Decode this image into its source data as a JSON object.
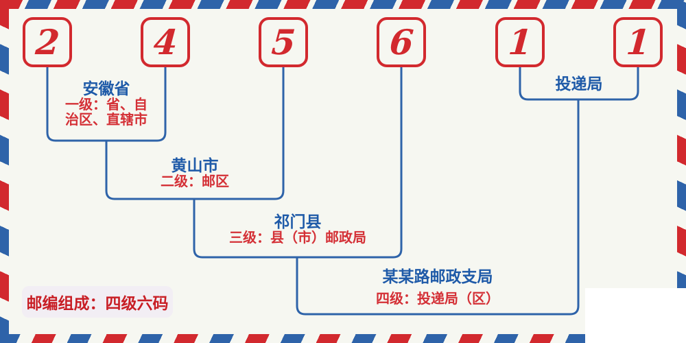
{
  "postal_code": {
    "digits": [
      "2",
      "4",
      "5",
      "6",
      "1",
      "1"
    ]
  },
  "levels": {
    "level1": {
      "name": "安徽省",
      "desc_lines": [
        "一级：省、自",
        "治区、直辖市"
      ]
    },
    "level2": {
      "name": "黄山市",
      "desc": "二级：邮区"
    },
    "level3": {
      "name": "祁门县",
      "desc": "三级：县（市）邮政局"
    },
    "level4": {
      "name": "某某路邮政支局",
      "desc": "四级：投递局（区）"
    },
    "delivery": {
      "name": "投递局"
    }
  },
  "footer": {
    "badge_label": "邮编组成：四级六码"
  },
  "colors": {
    "stripe_red": "#d2292e",
    "stripe_blue": "#2e63a9",
    "text_blue": "#1e5aa8",
    "text_red": "#d43036",
    "background": "#f6f7f1",
    "badge_background": "#f2eef4"
  }
}
